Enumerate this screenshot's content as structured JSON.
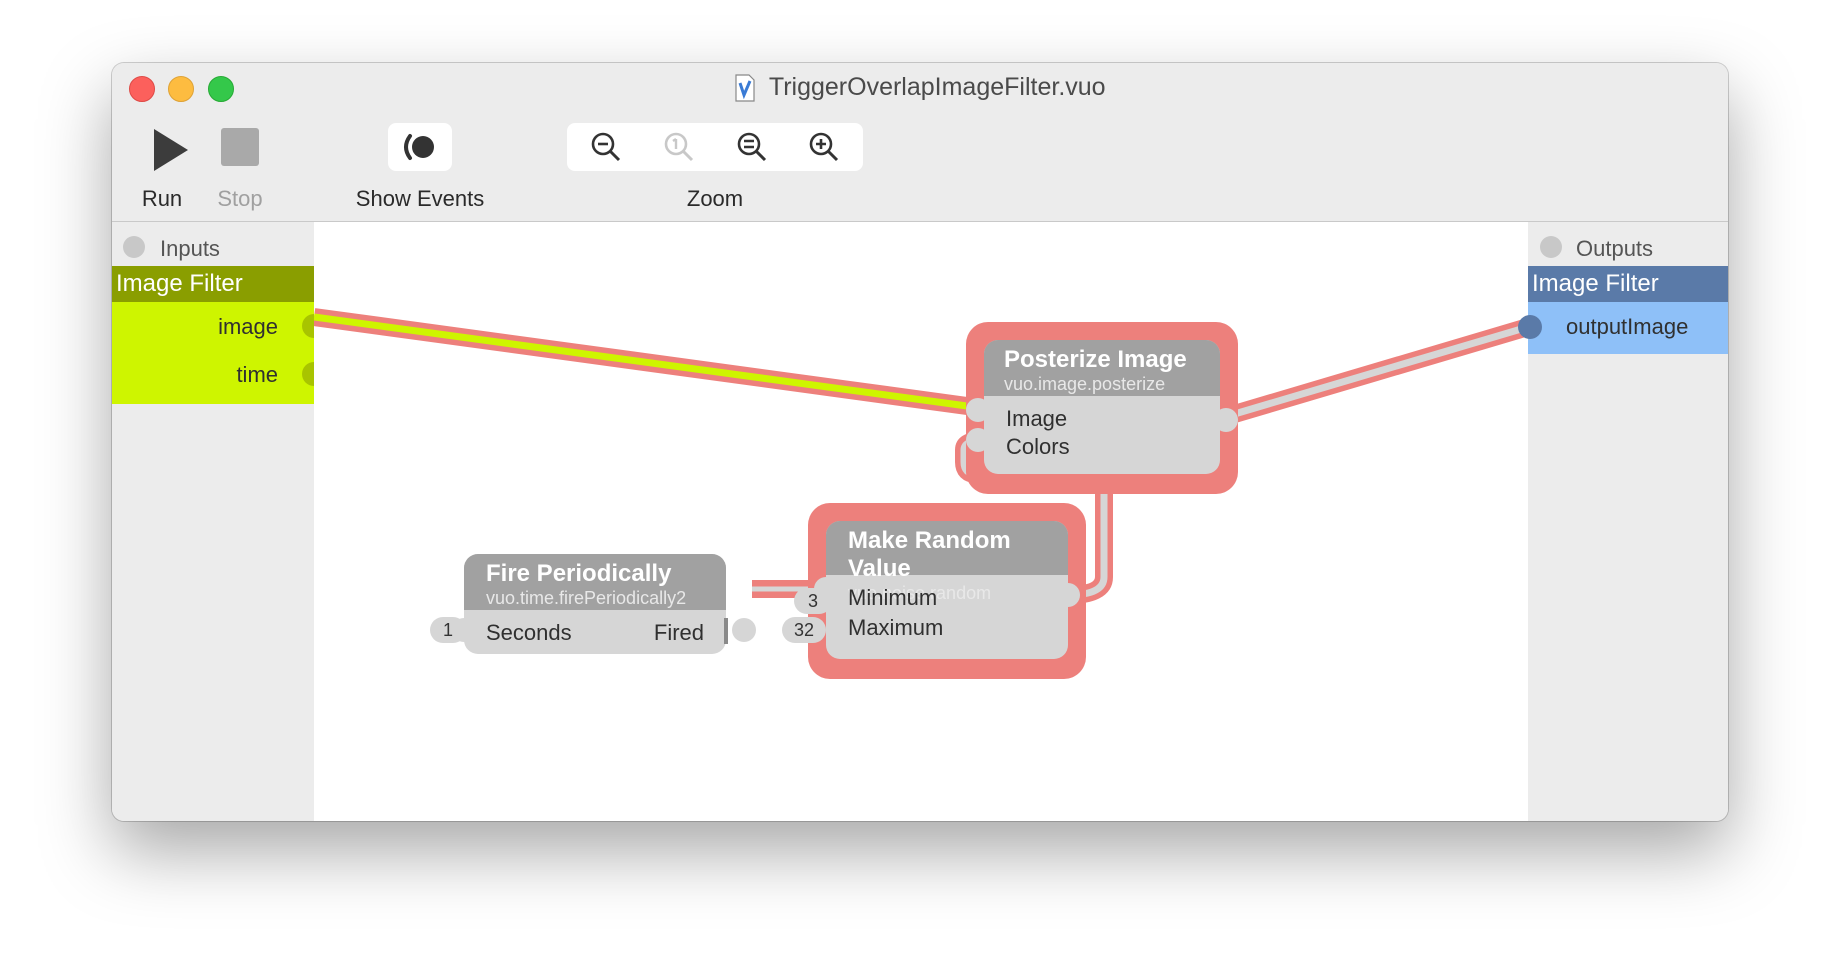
{
  "window": {
    "title": "TriggerOverlapImageFilter.vuo"
  },
  "toolbar": {
    "run_label": "Run",
    "stop_label": "Stop",
    "show_events_label": "Show Events",
    "zoom_label": "Zoom"
  },
  "inputs_panel": {
    "header": "Inputs",
    "protocol_title": "Image Filter",
    "ports": [
      "image",
      "time"
    ]
  },
  "outputs_panel": {
    "header": "Outputs",
    "protocol_title": "Image Filter",
    "ports": [
      "outputImage"
    ]
  },
  "nodes": {
    "posterize": {
      "title": "Posterize Image",
      "class_name": "vuo.image.posterize",
      "inputs": [
        "Image",
        "Colors"
      ]
    },
    "fire_periodically": {
      "title": "Fire Periodically",
      "class_name": "vuo.time.firePeriodically2",
      "input": "Seconds",
      "output": "Fired",
      "seconds_const": "1"
    },
    "make_random": {
      "title": "Make Random Value",
      "class_name": "vuo.noise.random",
      "inputs": [
        "Minimum",
        "Maximum"
      ],
      "minimum_const": "3",
      "maximum_const": "32"
    }
  },
  "colors": {
    "image_filter_input": "#8a9e00",
    "image_filter_port_bg": "#cef500",
    "image_filter_output": "#5a7aa8",
    "output_port_bg": "#8ec0f8",
    "node_highlight": "#ed807c",
    "node_header": "#a1a1a1",
    "node_body": "#d6d6d6"
  }
}
